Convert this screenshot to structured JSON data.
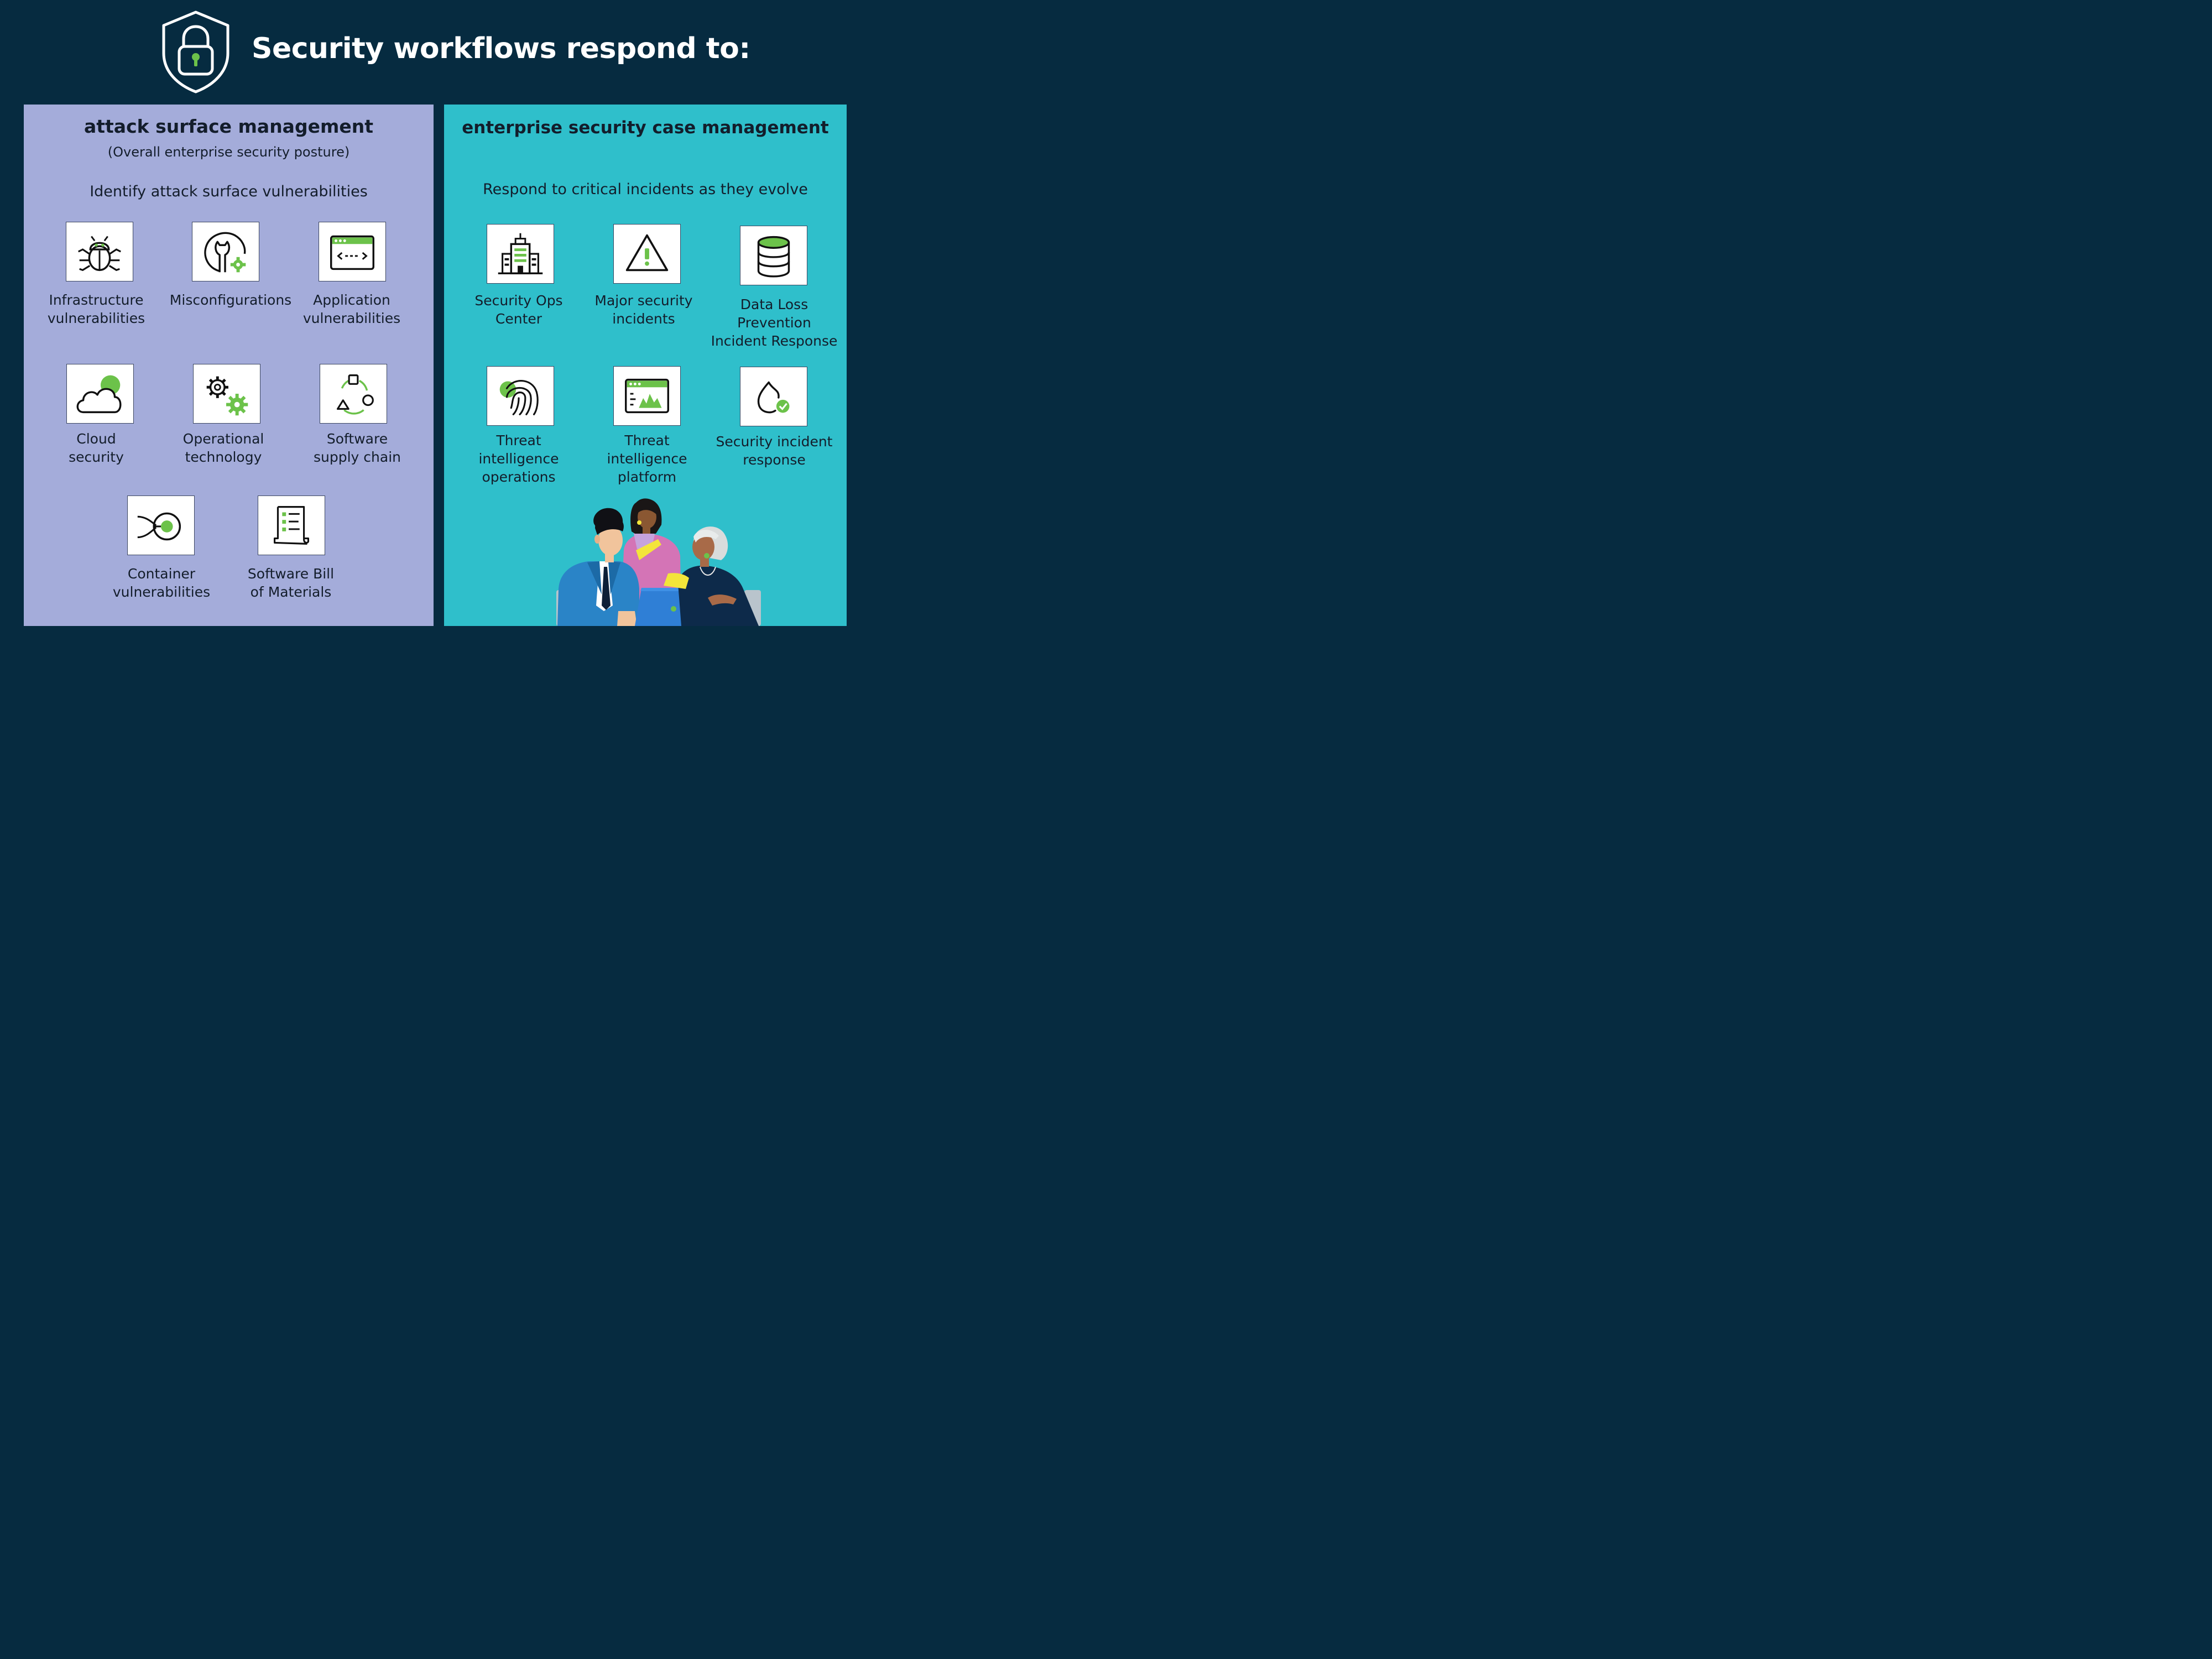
{
  "header": {
    "title": "Security workflows respond to:",
    "shield_icon": "shield-lock-icon",
    "accent_color": "#6cc24a"
  },
  "left_panel": {
    "heading": "attack surface management",
    "subheading": "(Overall enterprise security posture)",
    "tagline": "Identify attack surface vulnerabilities",
    "background": "#a4acda",
    "items": [
      {
        "icon": "bug-icon",
        "label": [
          "Infrastructure",
          "vulnerabilities"
        ]
      },
      {
        "icon": "wrench-gear-icon",
        "label": [
          "Misconfigurations"
        ]
      },
      {
        "icon": "browser-code-icon",
        "label": [
          "Application",
          "vulnerabilities"
        ]
      },
      {
        "icon": "cloud-icon",
        "label": [
          "Cloud",
          "security"
        ]
      },
      {
        "icon": "gears-icon",
        "label": [
          "Operational",
          "technology"
        ]
      },
      {
        "icon": "supply-chain-cycle-icon",
        "label": [
          "Software",
          "supply chain"
        ]
      },
      {
        "icon": "container-target-icon",
        "label": [
          "Container",
          "vulnerabilities"
        ]
      },
      {
        "icon": "document-list-icon",
        "label": [
          "Software Bill",
          "of Materials"
        ]
      }
    ]
  },
  "right_panel": {
    "heading": "enterprise security case management",
    "tagline": "Respond to critical incidents as they evolve",
    "background": "#2fbfcb",
    "items": [
      {
        "icon": "office-building-icon",
        "label": [
          "Security Ops",
          "Center"
        ]
      },
      {
        "icon": "warning-triangle-icon",
        "label": [
          "Major security",
          "incidents"
        ]
      },
      {
        "icon": "database-icon",
        "label": [
          "Data Loss",
          "Prevention",
          "Incident Response"
        ]
      },
      {
        "icon": "fingerprint-icon",
        "label": [
          "Threat",
          "intelligence",
          "operations"
        ]
      },
      {
        "icon": "browser-chart-icon",
        "label": [
          "Threat",
          "intelligence",
          "platform"
        ]
      },
      {
        "icon": "flame-check-icon",
        "label": [
          "Security incident",
          "response"
        ]
      }
    ],
    "illustration": "three-people-at-laptop-illustration"
  }
}
